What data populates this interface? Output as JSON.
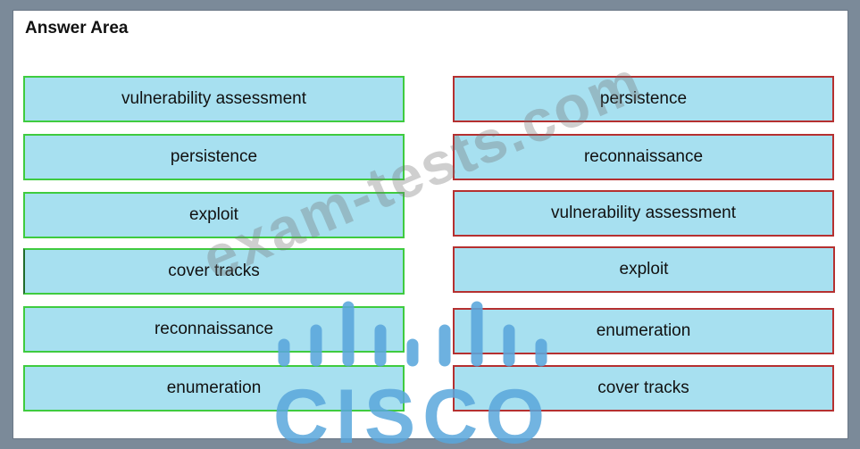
{
  "title": "Answer Area",
  "left_column": [
    "vulnerability assessment",
    "persistence",
    "exploit",
    "cover tracks",
    "reconnaissance",
    "enumeration"
  ],
  "right_column": [
    "persistence",
    "reconnaissance",
    "vulnerability assessment",
    "exploit",
    "enumeration",
    "cover tracks"
  ],
  "watermark": "exam-tests.com",
  "logo_text": "CISCO",
  "colors": {
    "box_fill": "#a7e0f0",
    "left_border": "#3fcb3f",
    "right_border": "#b53030",
    "logo": "#5aa7dc"
  }
}
